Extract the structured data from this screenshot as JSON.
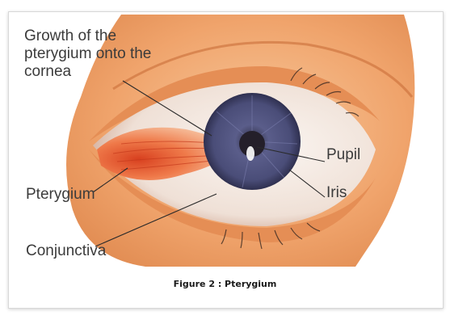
{
  "figure": {
    "caption": "Figure 2 : Pterygium"
  },
  "labels": {
    "growth": "Growth of the pterygium onto the cornea",
    "pterygium": "Pterygium",
    "conjunctiva": "Conjunctiva",
    "pupil": "Pupil",
    "iris": "Iris"
  },
  "colors": {
    "skin": "#f0a46c",
    "skin_dark": "#d97a3f",
    "sclera": "#f4ece6",
    "iris": "#4a4d78",
    "pterygium": "#e8562c",
    "label": "#3b3b3b"
  }
}
